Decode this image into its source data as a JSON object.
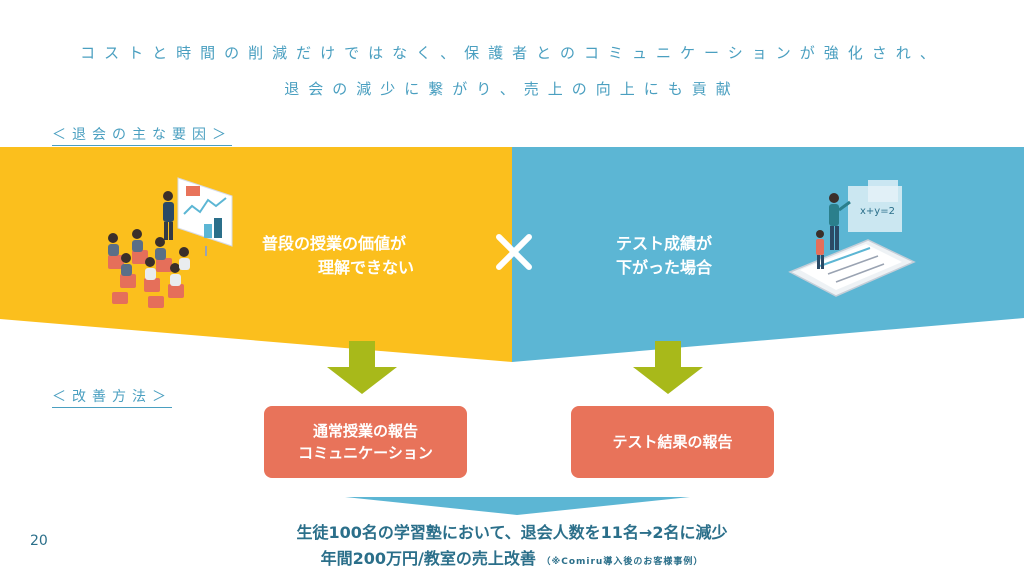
{
  "headline": {
    "line1": "コストと時間の削減だけではなく、保護者とのコミュニケーションが強化され、",
    "line2": "退会の減少に繋がり、売上の向上にも貢献"
  },
  "sections": {
    "reasons_label": "＜退会の主な要因＞",
    "methods_label": "＜改善方法＞"
  },
  "reasons": {
    "left_line1": "普段の授業の価値が",
    "left_line2": "理解できない",
    "right_line1": "テスト成績が",
    "right_line2": "下がった場合"
  },
  "improvements": {
    "left_line1": "通常授業の報告",
    "left_line2": "コミュニケーション",
    "right": "テスト結果の報告"
  },
  "result": {
    "line1": "生徒100名の学習塾において、退会人数を11名→2名に減少",
    "line2": "年間200万円/教室の売上改善",
    "note": "（※Comiru導入後のお客様事例）"
  },
  "page_number": "20",
  "colors": {
    "accent_text": "#4a9fc0",
    "panel_left": "#fbbf1d",
    "panel_right": "#5cb6d4",
    "arrow": "#a8b91a",
    "button": "#e8735a",
    "result_text": "#2b6f8a",
    "funnel": "#5cb6d4"
  },
  "icons": {
    "left_illustration": "classroom-lecture-icon",
    "right_illustration": "tablet-math-icon",
    "cross": "cross-icon",
    "arrow": "down-arrow-icon"
  }
}
